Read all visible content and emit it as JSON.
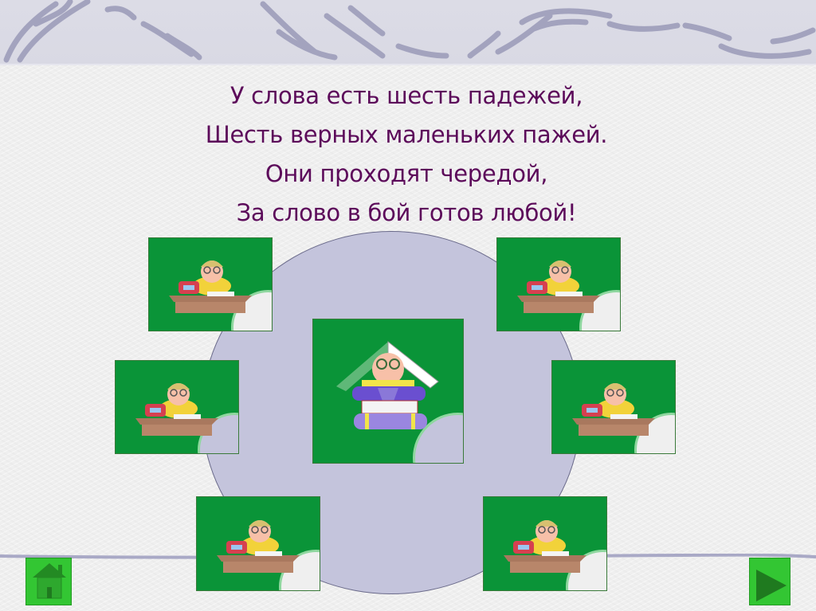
{
  "slide": {
    "poem_lines": [
      "У слова есть шесть падежей,",
      "Шесть верных маленьких пажей.",
      "Они проходят чередой,",
      "За слово в бой готов любой!"
    ],
    "colors": {
      "text": "#5c0a5a",
      "card_green": "#0a9438",
      "circle": "#c4c4dc",
      "nav_green": "#33c633"
    }
  },
  "illustrations": {
    "center": "boy-under-book-icon",
    "cards": [
      {
        "position": "top-left",
        "icon": "page-at-desk-icon"
      },
      {
        "position": "top-right",
        "icon": "page-at-desk-icon"
      },
      {
        "position": "middle-left",
        "icon": "page-at-desk-icon"
      },
      {
        "position": "middle-right",
        "icon": "page-at-desk-icon"
      },
      {
        "position": "bottom-left",
        "icon": "page-at-desk-icon"
      },
      {
        "position": "bottom-right",
        "icon": "page-at-desk-icon"
      }
    ]
  },
  "navigation": {
    "home": "home-icon",
    "next": "play-next-icon"
  }
}
